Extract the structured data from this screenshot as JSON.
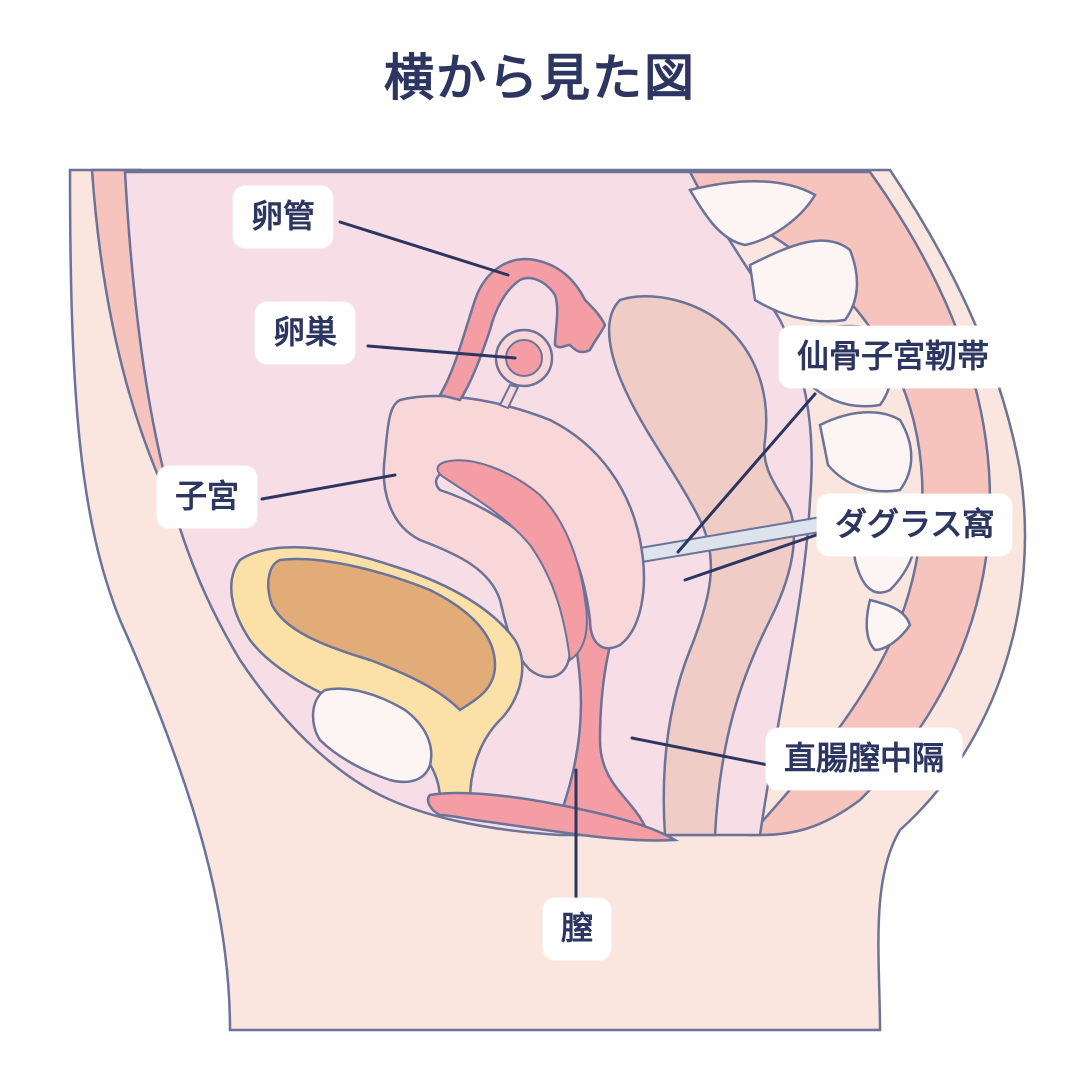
{
  "title": "横から見た図",
  "labels": {
    "fallopian_tube": "卵管",
    "ovary": "卵巣",
    "uterus": "子宮",
    "uterosacral_ligament": "仙骨子宮靭帯",
    "pouch_of_douglas": "ダグラス窩",
    "rectovaginal_septum": "直腸膣中隔",
    "vagina": "膣"
  },
  "colors": {
    "outline": "#6b7399",
    "label_text": "#2d3561",
    "skin": "#fbe6df",
    "cavity": "#f6dde6",
    "muscle": "#f7c4bd",
    "uterus": "#f9d6d8",
    "pink_canal": "#f59da4",
    "bone": "#fdf5f3",
    "bladder_outer": "#fbe0a8",
    "bladder_inner": "#e2ac78",
    "rectum": "#efccc5",
    "leader_line": "#2d3561"
  }
}
